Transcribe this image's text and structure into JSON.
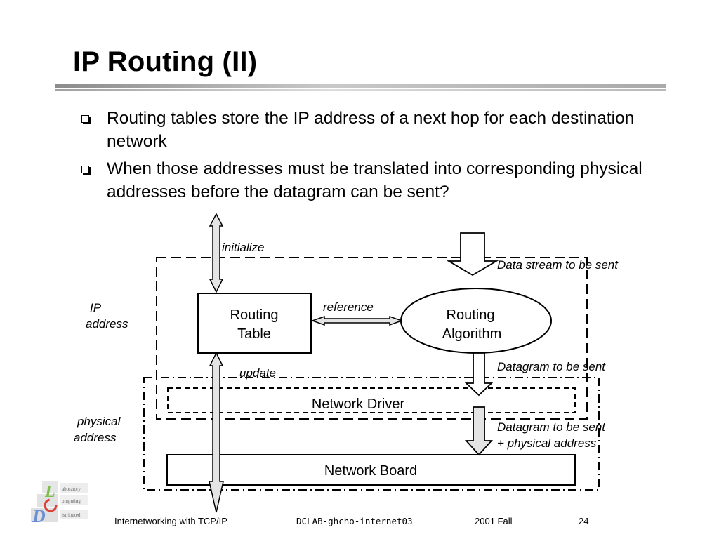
{
  "slide": {
    "title": "IP Routing (II)",
    "bullets": [
      "Routing tables store the IP address of a next hop for each destination network",
      "When those addresses must be translated into corresponding physical addresses before the datagram can be sent?"
    ]
  },
  "diagram": {
    "initialize": "initialize",
    "data_stream": "Data stream to be sent",
    "ip_address_line1": "IP",
    "ip_address_line2": "address",
    "routing_table_line1": "Routing",
    "routing_table_line2": "Table",
    "reference": "reference",
    "routing_algorithm_line1": "Routing",
    "routing_algorithm_line2": "Algorithm",
    "datagram_to_be_sent": "Datagram to be sent",
    "update": "update",
    "network_driver": "Network Driver",
    "physical_address_line1": "physical",
    "physical_address_line2": "address",
    "datagram_physical_line1": "Datagram to be sent",
    "datagram_physical_line2": "+ physical address",
    "network_board": "Network Board"
  },
  "footer": {
    "course": "Internetworking with TCP/IP",
    "file": "DCLAB-ghcho-internet03",
    "term": "2001 Fall",
    "page": "24"
  },
  "logo": {
    "letters": [
      "L",
      "D"
    ],
    "words": [
      "aboratory",
      "omputing",
      "istributed"
    ]
  },
  "colors": {
    "arrow_fill": "#e4e4e4",
    "rule_dark": "#8c8c8c",
    "rule_light": "#dcdcdc"
  }
}
